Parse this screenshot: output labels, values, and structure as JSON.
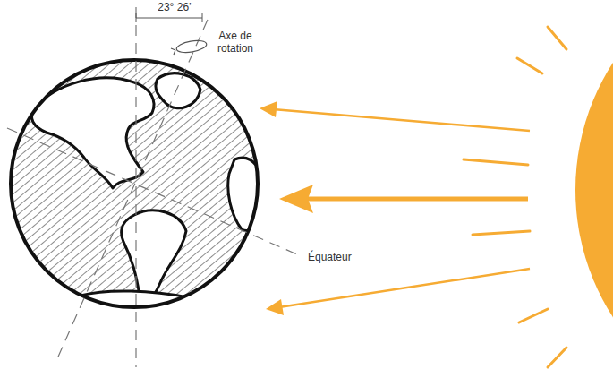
{
  "diagram": {
    "labels": [
      "23° 26’",
      "Axe de rotation",
      "Équateur"
    ]
  }
}
